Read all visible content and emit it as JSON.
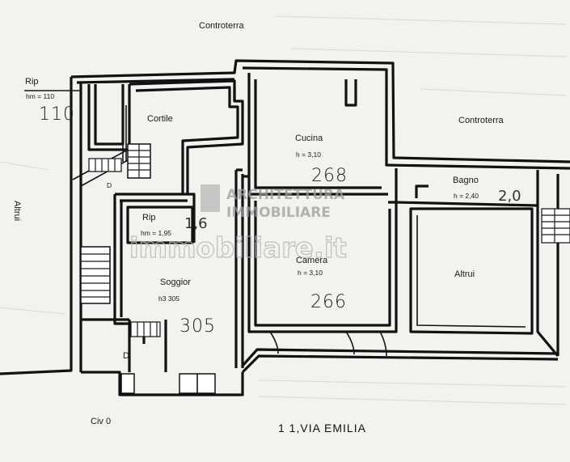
{
  "labels": {
    "controterra_top": "Controterra",
    "controterra_right": "Controterra",
    "rip_small": "Rip",
    "rip_small_h": "hm = 110",
    "rip_small_area": "110",
    "cortile": "Cortile",
    "cucina": "Cucina",
    "cucina_h": "h = 3,10",
    "cucina_area": "268",
    "bagno": "Bagno",
    "bagno_h": "h = 2,40",
    "bagno_area": "2,0",
    "rip_inner": "Rip",
    "rip_inner_h": "hm = 1,95",
    "rip_inner_area": "1,6",
    "camera": "Camera",
    "camera_h": "h = 3,10",
    "camera_area": "266",
    "soggiorno": "Soggior",
    "soggiorno_h": "h3 305",
    "soggiorno_area": "305",
    "altrui_right": "Altrui",
    "altrui_left": "Altrui",
    "d_mark_upper": "D",
    "d_mark_lower": "D",
    "civ": "Civ 0",
    "street": "1 1,VIA EMILIA"
  },
  "watermark": {
    "line1": "ARCHITETTURA",
    "line2": "IMMOBILIARE",
    "site": "immobiliare.it"
  }
}
